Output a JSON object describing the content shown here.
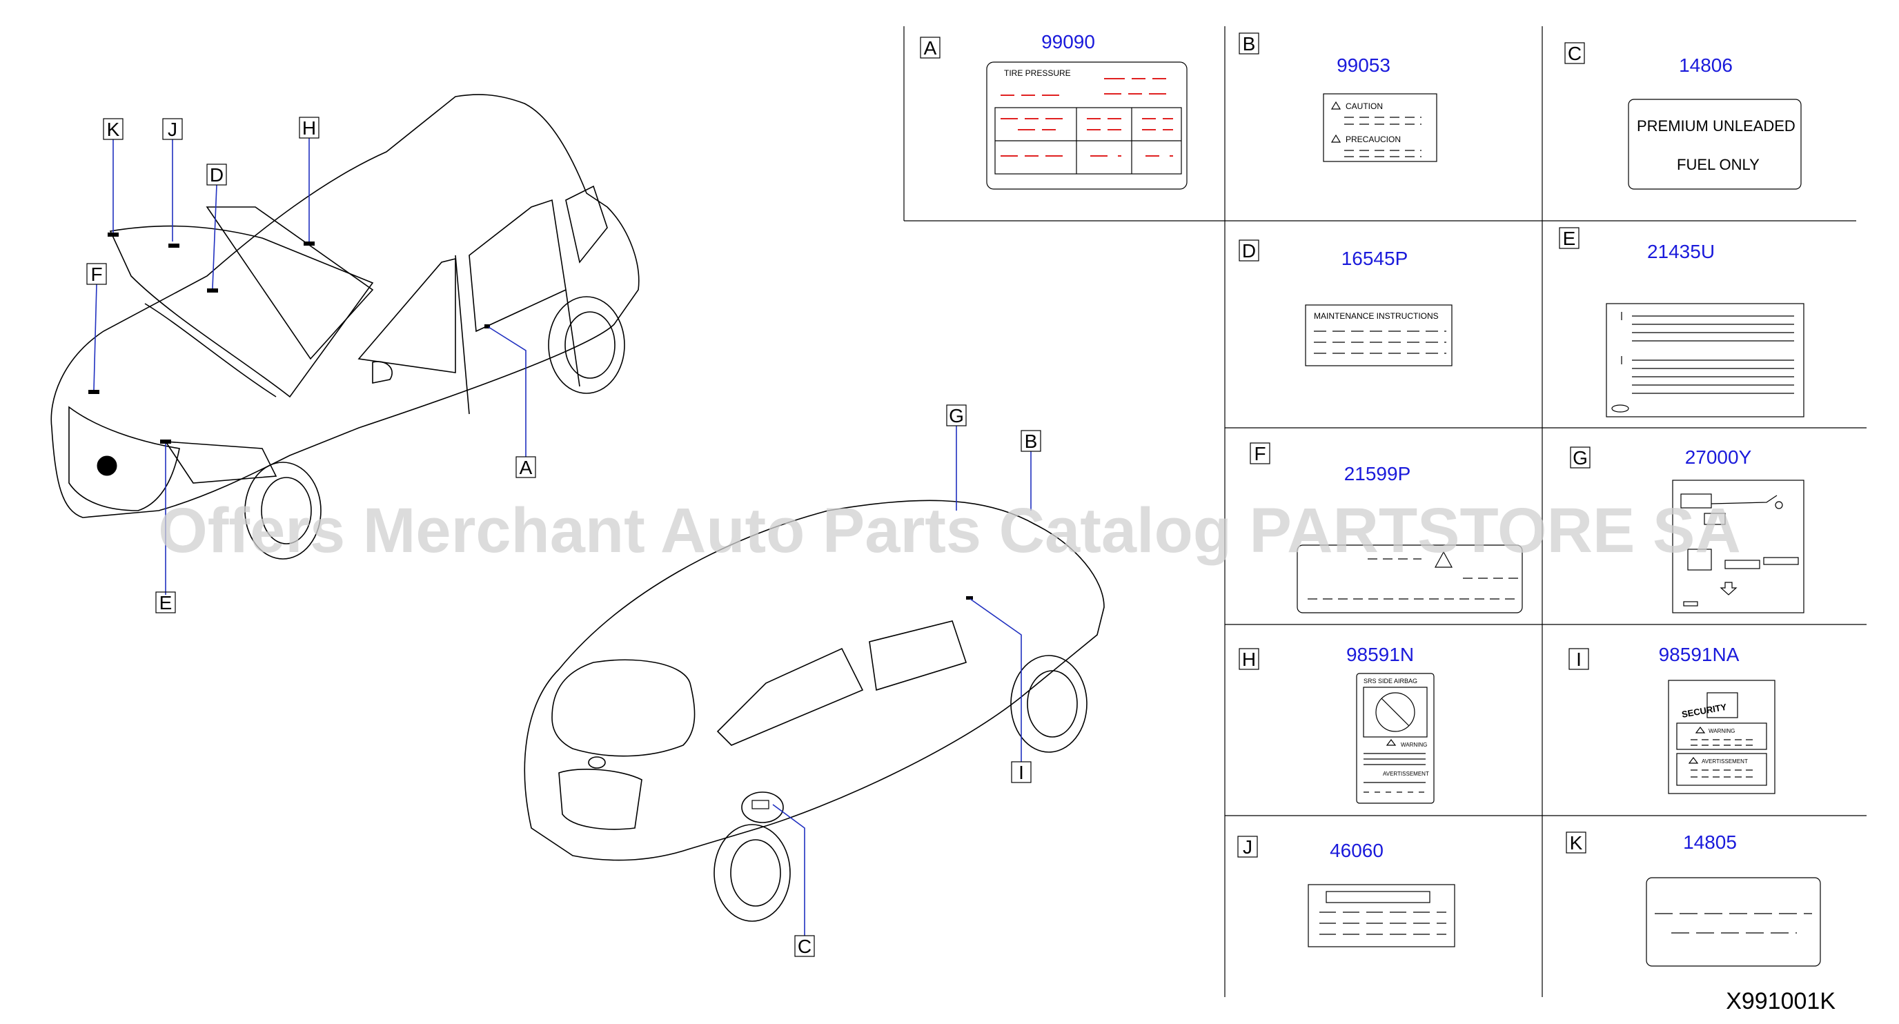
{
  "watermark": "Offers Merchant Auto Parts Catalog PARTSTORE SA",
  "diagram_code": "X991001K",
  "callouts": [
    "A",
    "B",
    "C",
    "D",
    "E",
    "F",
    "G",
    "H",
    "I",
    "J",
    "K"
  ],
  "labels": {
    "A": {
      "part": "99090",
      "lines": [
        "TIRE  PRESSURE"
      ]
    },
    "B": {
      "part": "99053",
      "lines": [
        "CAUTION",
        "PRECAUCION"
      ]
    },
    "C": {
      "part": "14806",
      "lines": [
        "PREMIUM  UNLEADED",
        "FUEL  ONLY"
      ]
    },
    "D": {
      "part": "16545P",
      "lines": [
        "MAINTENANCE   INSTRUCTIONS"
      ]
    },
    "E": {
      "part": "21435U",
      "lines": []
    },
    "F": {
      "part": "21599P",
      "lines": []
    },
    "G": {
      "part": "27000Y",
      "lines": []
    },
    "H": {
      "part": "98591N",
      "lines": [
        "SRS   SIDE   AIRBAG",
        "WARNING",
        "AVERTISSEMENT"
      ]
    },
    "I": {
      "part": "98591NA",
      "lines": [
        "SECURITY",
        "WARNING",
        "AVERTISSEMENT"
      ]
    },
    "J": {
      "part": "46060",
      "lines": []
    },
    "K": {
      "part": "14805",
      "lines": []
    }
  },
  "colors": {
    "part_number": "#1a1adb",
    "tire_dashes": "#e02020",
    "watermark": "#d0d0d0"
  }
}
